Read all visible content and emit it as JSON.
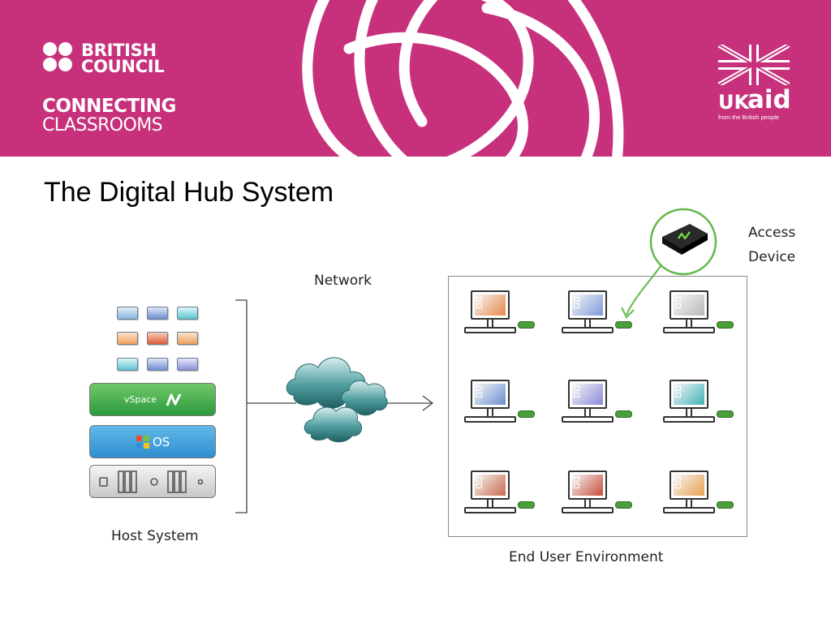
{
  "slide": {
    "title": "The Digital Hub System"
  },
  "banner": {
    "background": "#c7317c",
    "british_council": {
      "line1": "BRITISH",
      "line2": "COUNCIL"
    },
    "connecting_classrooms": {
      "line1": "CONNECTING",
      "line2": "CLASSROOMS"
    },
    "ukaid": {
      "uk": "UK",
      "aid": "aid",
      "tagline": "from the British people"
    }
  },
  "diagram": {
    "network_label": "Network",
    "host_label": "Host System",
    "env_label": "End User Environment",
    "access_device_label": {
      "line1": "Access",
      "line2": "Device"
    },
    "vspace_label": "vSpace",
    "os_label": "OS"
  },
  "colors": {
    "accent_green": "#4a9f3a",
    "vspace_green": "#2a9a3c",
    "os_blue": "#2e8fcf",
    "vm_palette": [
      "#8ab4e0",
      "#6f8fd0",
      "#5cc3cf",
      "#f0a05a",
      "#e05a3a",
      "#f0a05a",
      "#5cc3cf",
      "#6f8fd0",
      "#8a8fd8"
    ],
    "screen_palette": [
      "#e6894a",
      "#7d9ad8",
      "#b8b8b8",
      "#6a8fd0",
      "#8a8ad8",
      "#3fb2b8",
      "#c86a4a",
      "#c84a3a",
      "#e8a050"
    ]
  },
  "icons": [
    "vm-tile-icon",
    "vspace-logo-icon",
    "windows-flag-icon",
    "server-icon",
    "cloud-icon",
    "arrow-right-icon",
    "computer-terminal-icon",
    "access-device-icon",
    "highlight-circle-icon",
    "callout-arrow-icon"
  ]
}
